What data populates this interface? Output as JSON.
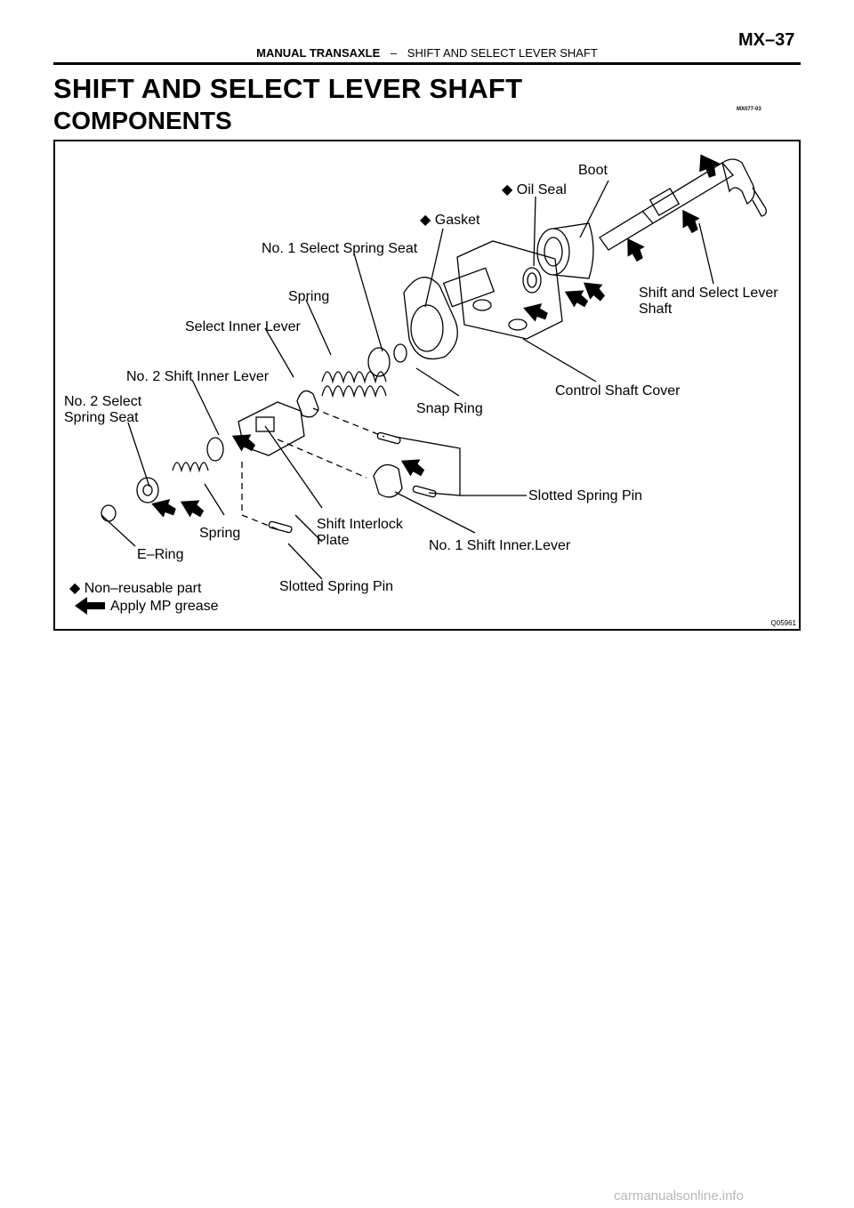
{
  "header": {
    "page_number": "MX–37",
    "section": "MANUAL TRANSAXLE",
    "separator": "–",
    "topic": "SHIFT AND SELECT LEVER SHAFT"
  },
  "title": "SHIFT AND SELECT LEVER SHAFT",
  "subtitle": "COMPONENTS",
  "doc_code": "MX077-03",
  "figure": {
    "labels": {
      "boot": "Boot",
      "oil_seal": "◆ Oil Seal",
      "gasket": "◆ Gasket",
      "no1_select_spring_seat": "No. 1 Select Spring Seat",
      "spring_upper": "Spring",
      "select_inner_lever": "Select Inner Lever",
      "no2_shift_inner_lever": "No. 2 Shift Inner Lever",
      "no2_select_spring_seat_1": "No. 2 Select",
      "no2_select_spring_seat_2": "Spring Seat",
      "shift_select_lever_shaft_1": "Shift and Select Lever",
      "shift_select_lever_shaft_2": "Shaft",
      "control_shaft_cover": "Control Shaft Cover",
      "snap_ring": "Snap Ring",
      "slotted_spring_pin_right": "Slotted Spring Pin",
      "shift_interlock_plate_1": "Shift Interlock",
      "shift_interlock_plate_2": "Plate",
      "spring_lower": "Spring",
      "e_ring": "E–Ring",
      "no1_shift_inner_lever": "No. 1 Shift Inner.Lever",
      "slotted_spring_pin_bottom": "Slotted Spring Pin"
    },
    "legend": {
      "non_reusable": "◆ Non–reusable part",
      "apply_grease": "Apply MP grease"
    },
    "figure_code": "Q05961"
  },
  "watermark": "carmanualsonline.info"
}
